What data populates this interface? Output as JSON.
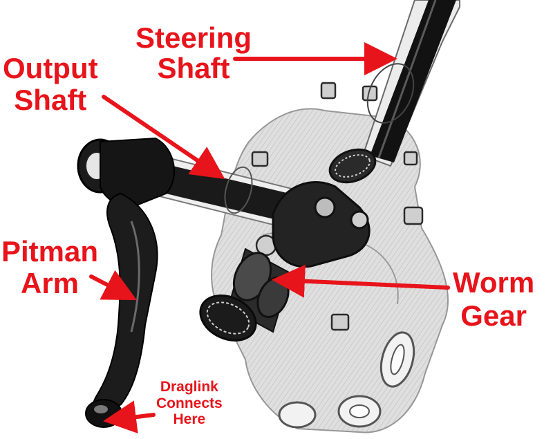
{
  "labels": {
    "steering_shaft": {
      "line1": "Steering",
      "line2": "Shaft"
    },
    "output_shaft": {
      "line1": "Output",
      "line2": "Shaft"
    },
    "pitman_arm": {
      "line1": "Pitman",
      "line2": "Arm"
    },
    "worm_gear": {
      "line1": "Worm",
      "line2": "Gear"
    },
    "draglink": {
      "line1": "Draglink",
      "line2": "Connects",
      "line3": "Here"
    }
  },
  "colors": {
    "label_red": "#e8141b",
    "ink": "#1a1a1a",
    "housing_fill": "#d9d9d9",
    "shaft_dark": "#111111"
  }
}
